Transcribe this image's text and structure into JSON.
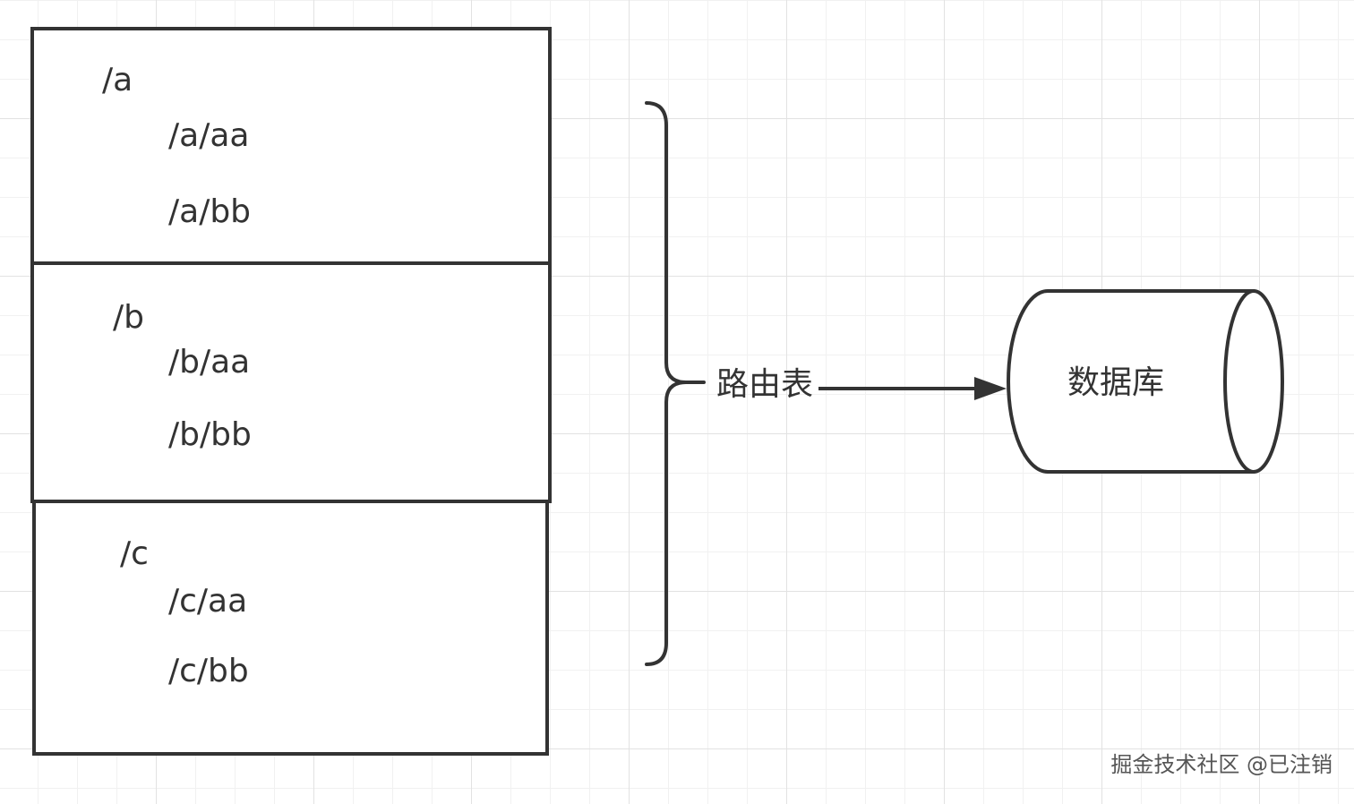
{
  "groups": [
    {
      "root": "/a",
      "children": [
        "/a/aa",
        "/a/bb"
      ]
    },
    {
      "root": "/b",
      "children": [
        "/b/aa",
        "/b/bb"
      ]
    },
    {
      "root": "/c",
      "children": [
        "/c/aa",
        "/c/bb"
      ]
    }
  ],
  "brace_label": "路由表",
  "database_label": "数据库",
  "watermark": "掘金技术社区 @已注销",
  "colors": {
    "stroke": "#333333",
    "background": "#ffffff",
    "grid_major": "#e2e2e2",
    "grid_minor": "#f1f1f1"
  }
}
